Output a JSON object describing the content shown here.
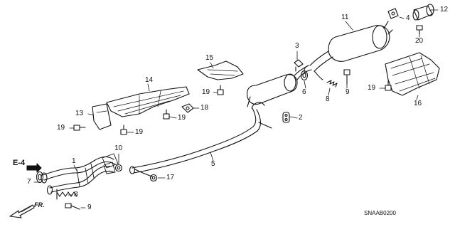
{
  "diagram": {
    "callouts": [
      {
        "id": "c1",
        "label": "1"
      },
      {
        "id": "c2",
        "label": "2"
      },
      {
        "id": "c3",
        "label": "3"
      },
      {
        "id": "c4",
        "label": "4"
      },
      {
        "id": "c5",
        "label": "5"
      },
      {
        "id": "c6",
        "label": "6"
      },
      {
        "id": "c7",
        "label": "7"
      },
      {
        "id": "c8a",
        "label": "8"
      },
      {
        "id": "c8b",
        "label": "8"
      },
      {
        "id": "c9a",
        "label": "9"
      },
      {
        "id": "c9b",
        "label": "9"
      },
      {
        "id": "c10",
        "label": "10"
      },
      {
        "id": "c11",
        "label": "11"
      },
      {
        "id": "c12",
        "label": "12"
      },
      {
        "id": "c13",
        "label": "13"
      },
      {
        "id": "c14",
        "label": "14"
      },
      {
        "id": "c15",
        "label": "15"
      },
      {
        "id": "c16",
        "label": "16"
      },
      {
        "id": "c17",
        "label": "17"
      },
      {
        "id": "c18",
        "label": "18"
      },
      {
        "id": "c19a",
        "label": "19"
      },
      {
        "id": "c19b",
        "label": "19"
      },
      {
        "id": "c19c",
        "label": "19"
      },
      {
        "id": "c19d",
        "label": "19"
      },
      {
        "id": "c19e",
        "label": "19"
      },
      {
        "id": "c20",
        "label": "20"
      }
    ],
    "section_ref": "E-4",
    "direction_label": "FR.",
    "diagram_code": "SNAAB0200"
  }
}
